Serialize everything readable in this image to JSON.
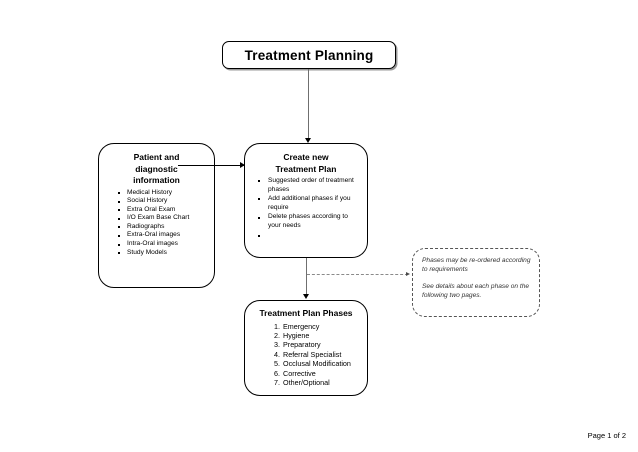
{
  "page": {
    "title": "Treatment Planning",
    "footer": "Page 1 of 2",
    "background_color": "#ffffff",
    "line_color": "#000000"
  },
  "nodes": {
    "patient": {
      "heading_line1": "Patient and",
      "heading_line2": "diagnostic",
      "heading_line3": "information",
      "items": [
        "Medical History",
        "Social History",
        "Extra Oral Exam",
        "I/O Exam Base Chart",
        "Radiographs",
        "Extra-Oral images",
        "Intra-Oral images",
        "Study Models"
      ]
    },
    "create_plan": {
      "heading_line1": "Create new",
      "heading_line2": "Treatment Plan",
      "items": [
        "Suggested order of treatment phases",
        "Add additional phases if you require",
        "Delete phases according to your needs",
        ""
      ]
    },
    "phases": {
      "heading": "Treatment Plan Phases",
      "items": [
        {
          "num": "1.",
          "label": "Emergency"
        },
        {
          "num": "2.",
          "label": "Hygiene"
        },
        {
          "num": "3.",
          "label": "Preparatory"
        },
        {
          "num": "4.",
          "label": "Referral Specialist"
        },
        {
          "num": "5.",
          "label": "Occlusal Modification"
        },
        {
          "num": "6.",
          "label": "Corrective"
        },
        {
          "num": "7.",
          "label": "Other/Optional"
        }
      ]
    },
    "note": {
      "paragraph1": "Phases may be re-ordered according to requirements",
      "paragraph2": "See details about each phase on the following two pages."
    }
  }
}
